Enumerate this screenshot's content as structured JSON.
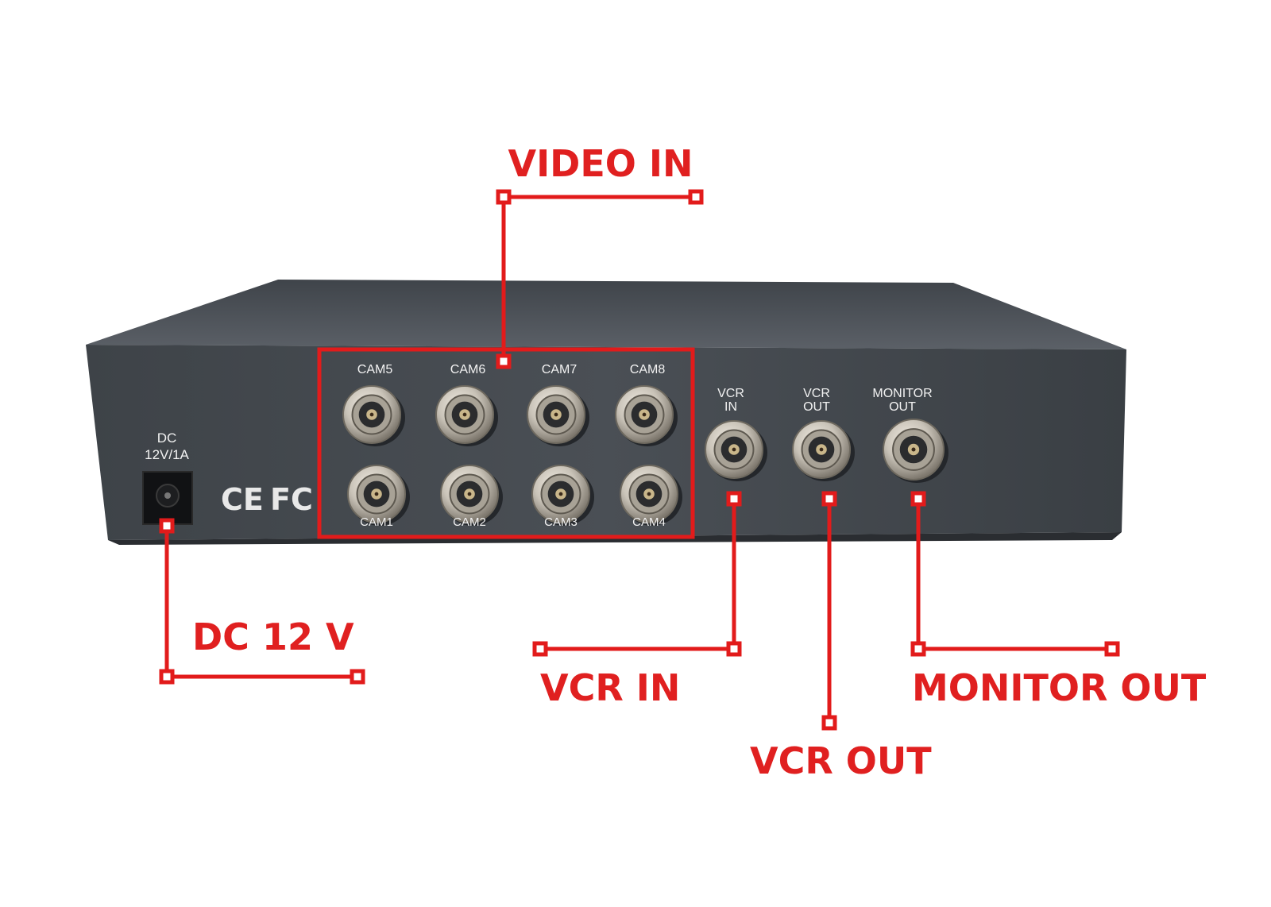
{
  "colors": {
    "callout": "#e21b1b",
    "device_body": "#4a4f55",
    "device_top": "#5a5f66",
    "panel_text": "#f2f2f2",
    "connector_metal": "#c9c3b8"
  },
  "callouts": {
    "video_in": "VIDEO IN",
    "dc": "DC 12 V",
    "vcr_in": "VCR IN",
    "vcr_out": "VCR OUT",
    "monitor_out": "MONITOR OUT"
  },
  "device": {
    "power": {
      "line1": "DC",
      "line2": "12V/1A"
    },
    "certifications": {
      "ce": "CE",
      "fcc": "FC"
    },
    "cameras_top": [
      "CAM5",
      "CAM6",
      "CAM7",
      "CAM8"
    ],
    "cameras_bottom": [
      "CAM1",
      "CAM2",
      "CAM3",
      "CAM4"
    ],
    "vcr_in": {
      "line1": "VCR",
      "line2": "IN"
    },
    "vcr_out": {
      "line1": "VCR",
      "line2": "OUT"
    },
    "monitor_out": {
      "line1": "MONITOR",
      "line2": "OUT"
    }
  },
  "icons": [
    "power-jack-icon",
    "bnc-connector-icon",
    "ce-mark-icon",
    "fcc-mark-icon"
  ]
}
